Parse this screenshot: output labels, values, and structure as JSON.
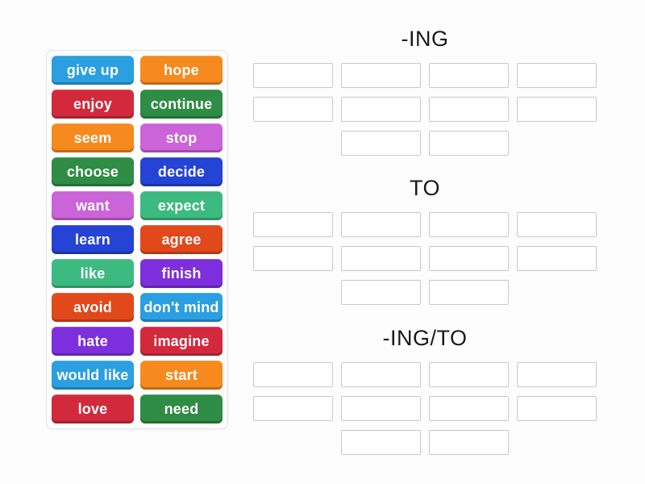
{
  "background": "#fdfdfd",
  "palette": {
    "blue": "#2a9fe1",
    "orange": "#f68a1e",
    "crimson": "#d2293d",
    "green": "#2f8c45",
    "orchid": "#ca64d8",
    "royal-blue": "#2543d4",
    "sea-green": "#3dba80",
    "orange-red": "#e1491a",
    "purple": "#7e2fdd"
  },
  "tile_bank": {
    "tiles": [
      {
        "label": "give up",
        "color": "blue"
      },
      {
        "label": "hope",
        "color": "orange"
      },
      {
        "label": "enjoy",
        "color": "crimson"
      },
      {
        "label": "continue",
        "color": "green"
      },
      {
        "label": "seem",
        "color": "orange"
      },
      {
        "label": "stop",
        "color": "orchid"
      },
      {
        "label": "choose",
        "color": "green"
      },
      {
        "label": "decide",
        "color": "royal-blue"
      },
      {
        "label": "want",
        "color": "orchid"
      },
      {
        "label": "expect",
        "color": "sea-green"
      },
      {
        "label": "learn",
        "color": "royal-blue"
      },
      {
        "label": "agree",
        "color": "orange-red"
      },
      {
        "label": "like",
        "color": "sea-green"
      },
      {
        "label": "finish",
        "color": "purple"
      },
      {
        "label": "avoid",
        "color": "orange-red"
      },
      {
        "label": "don't mind",
        "color": "blue"
      },
      {
        "label": "hate",
        "color": "purple"
      },
      {
        "label": "imagine",
        "color": "crimson"
      },
      {
        "label": "would like",
        "color": "blue"
      },
      {
        "label": "start",
        "color": "orange"
      },
      {
        "label": "love",
        "color": "crimson"
      },
      {
        "label": "need",
        "color": "green"
      }
    ]
  },
  "groups": [
    {
      "label": "-ING",
      "slot_rows": [
        4,
        4,
        2
      ]
    },
    {
      "label": "TO",
      "slot_rows": [
        4,
        4,
        2
      ]
    },
    {
      "label": "-ING/TO",
      "slot_rows": [
        4,
        4,
        2
      ]
    }
  ]
}
